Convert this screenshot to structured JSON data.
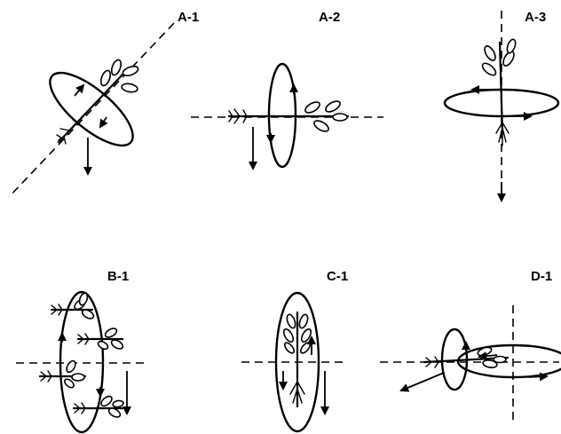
{
  "panels": [
    {
      "id": "A-1",
      "label": "A-1"
    },
    {
      "id": "A-2",
      "label": "A-2"
    },
    {
      "id": "A-3",
      "label": "A-3"
    },
    {
      "id": "B-1",
      "label": "B-1"
    },
    {
      "id": "C-1",
      "label": "C-1"
    },
    {
      "id": "D-1",
      "label": "D-1"
    }
  ]
}
